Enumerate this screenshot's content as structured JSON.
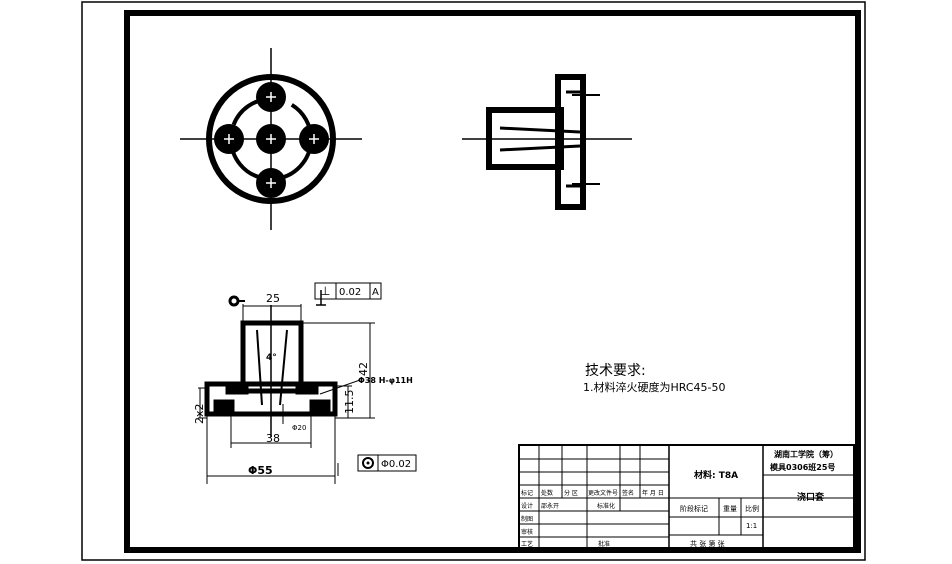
{
  "drawing": {
    "tech_req_title": "技术要求:",
    "tech_req_line1": "1.材料淬火硬度为HRC45-50",
    "dims": {
      "top_width": "25",
      "height_total": "42",
      "step_height": "11.5",
      "flange_inner": "38",
      "flange_outer": "Φ55",
      "left_height": "2x2",
      "hole_small": "Φ20",
      "angle_note": "4°",
      "leader_note": "Φ38 H-φ11H"
    },
    "tolerance_perp": {
      "symbol": "⊥",
      "value": "0.02",
      "datum": "A"
    },
    "tolerance_conc": {
      "symbol": "◎",
      "value": "Φ0.02"
    }
  },
  "title_block": {
    "material": "材料: T8A",
    "school": "湖南工学院（筹）",
    "class_no": "模具0306班25号",
    "part_name": "浇口套",
    "ratio_label": "比例",
    "ratio_value": "1:1",
    "weight_label": "重量",
    "stage_label": "阶段标记",
    "sheet_label": "共  张  第  张",
    "row_labels": [
      "标记",
      "处数",
      "分  区",
      "更改文件号",
      "签名",
      "年 月 日"
    ],
    "row_labels2": [
      "设计",
      "邵永开",
      "标准化"
    ],
    "left_labels": [
      "制图",
      "审核",
      "工艺"
    ],
    "approve_label": "批准"
  },
  "colors": {
    "ink": "#000000",
    "paper": "#ffffff"
  }
}
